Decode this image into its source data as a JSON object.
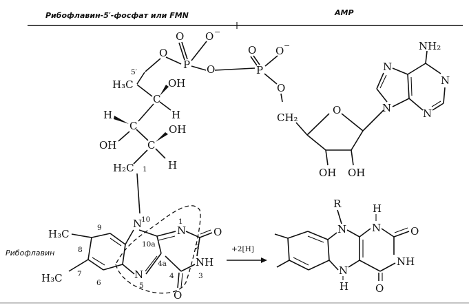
{
  "header": {
    "fmn_title": "Рибофлавин-5′-фосфат или FMN",
    "amp_title": "AMP"
  },
  "atoms": {
    "p1": "P",
    "p2": "P",
    "o_p1_top": "O",
    "o_p1_minus": "O",
    "o_p1_left": "O",
    "o_bridge": "O",
    "o_p2_top": "O",
    "o_p2_minus": "O",
    "o_p2_down": "O",
    "minus": "−",
    "h3c_c5": "H₃C",
    "c_c4": "C",
    "c_c3": "C",
    "c_c2": "C",
    "h2c_c1": "H₂C",
    "oh_c4": "OH",
    "h_c4": "H",
    "h_c3": "H",
    "oh_c3": "OH",
    "oh_c2": "OH",
    "h_c2": "H",
    "ch2_amp": "CH₂",
    "o_ribose": "O",
    "oh_r1": "OH",
    "oh_r2": "OH",
    "nh2": "NH₂",
    "n_a7": "N",
    "n_a9": "N",
    "n_a1": "N",
    "n_a3": "N",
    "ri_n10": "N",
    "ri_n1": "N",
    "ri_n5": "N",
    "ri_nh3": "NH",
    "ri_o2": "O",
    "ri_o4": "O",
    "h3c_8": "H₃C",
    "h3c_7": "H₃C",
    "red_r": "R",
    "red_n10": "N",
    "red_h1": "H",
    "red_n1": "N",
    "red_o2": "O",
    "red_nh3": "NH",
    "red_n5": "N",
    "red_h5": "H",
    "red_o4": "O"
  },
  "locants": {
    "c5p": "5′",
    "c1": "1",
    "n10": "10",
    "n1": "1",
    "c2": "2",
    "c3": "3",
    "c4": "4",
    "n5": "5",
    "c6": "6",
    "c7": "7",
    "c8": "8",
    "c9": "9",
    "c10a": "10a",
    "c4a": "4a"
  },
  "labels": {
    "riboflavin": "Рибофлавин",
    "reaction": "+2[H]"
  }
}
